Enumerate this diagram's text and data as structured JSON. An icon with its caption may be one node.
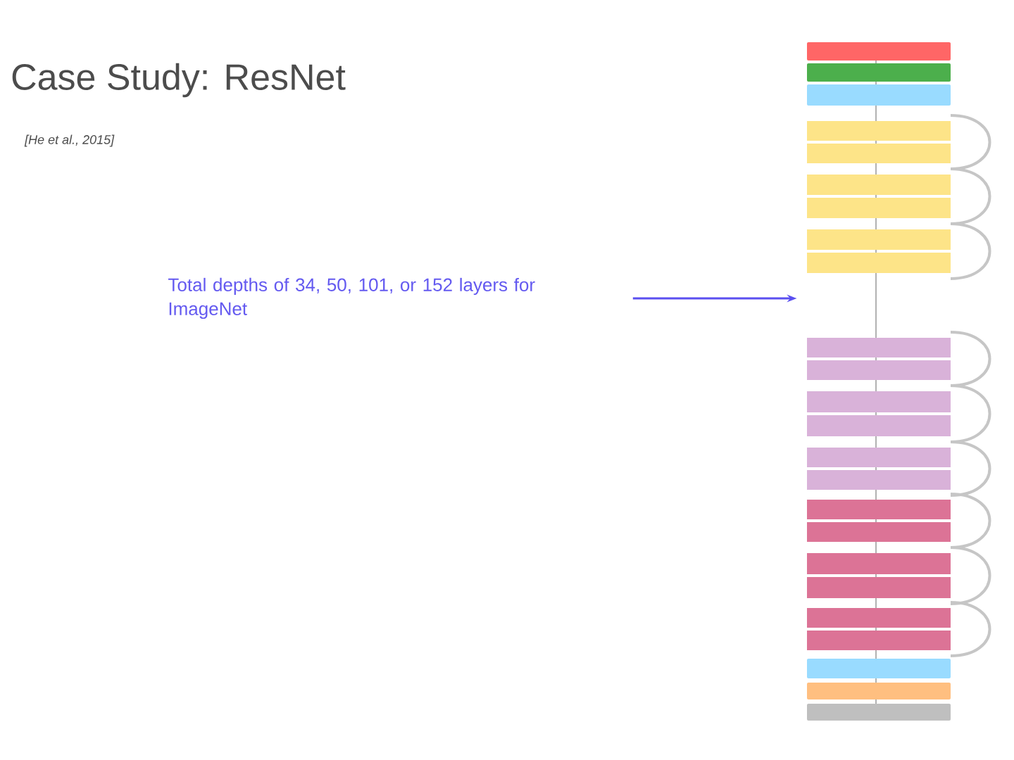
{
  "diagram": {
    "title": "Case Study: ResNet",
    "nodes": [
      {
        "text": [
          "Total depths of 34, 50, 101, or 152 layers for ImageNet"
        ]
      },
      {
        "text": [],
        "shape": "picture"
      }
    ],
    "edges": [
      {
        "from": 0,
        "to": 1,
        "arrow": "to",
        "color": "#5a4ff0"
      }
    ],
    "labels": [
      "[He et al., 2015]"
    ]
  }
}
